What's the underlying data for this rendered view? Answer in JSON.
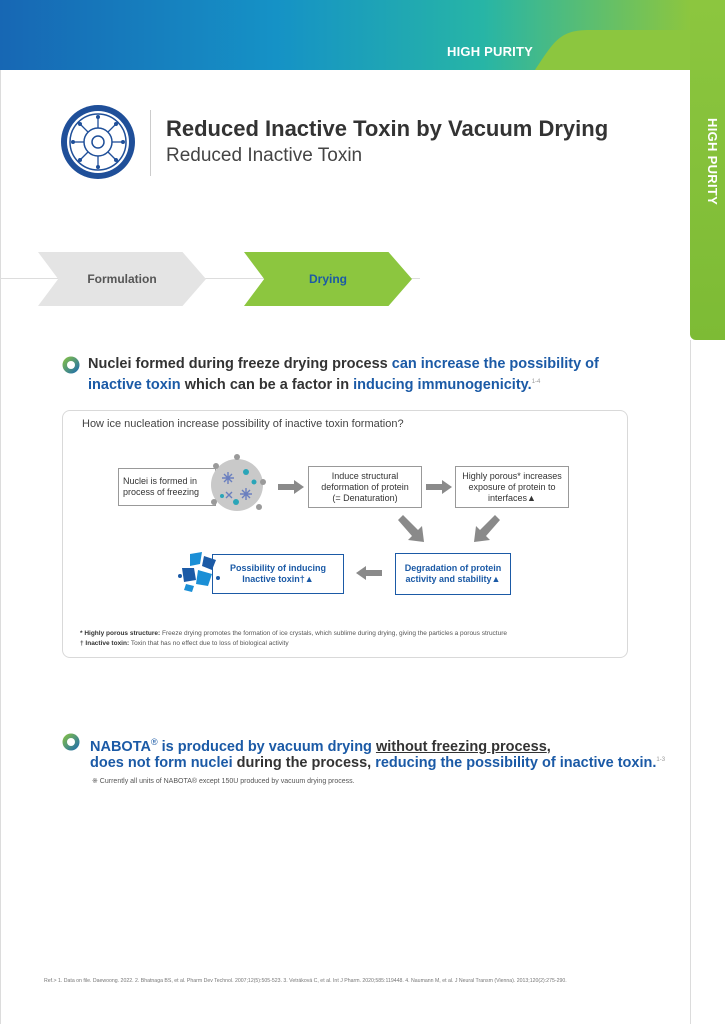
{
  "header": {
    "label": "HIGH PURITY",
    "side_label": "HIGH PURITY",
    "colors": {
      "blue": "#1767b4",
      "green": "#8cc63f",
      "text_blue": "#1b5aa6"
    }
  },
  "title": {
    "icon": "virus-icon",
    "main": "Reduced Inactive Toxin by Vacuum Drying",
    "sub": "Reduced Inactive Toxin"
  },
  "process": {
    "steps": [
      {
        "label": "Formulation",
        "active": false
      },
      {
        "label": "Drying",
        "active": true
      }
    ]
  },
  "bullet1": {
    "line1_a": "Nuclei formed during freeze drying process ",
    "line1_b": "can increase the possibility of",
    "line2_a": "inactive toxin",
    "line2_b": " which can be a factor in ",
    "line2_c": "inducing immunogenicity.",
    "ref": "1-4"
  },
  "diagram": {
    "title": "How ice nucleation increase possibility of inactive toxin formation?",
    "box_nuclei": [
      "Nuclei is formed in",
      "process of freezing"
    ],
    "box_denat": [
      "Induce structural",
      "deformation of protein",
      "(= Denaturation)"
    ],
    "box_porous": [
      "Highly porous* increases",
      "exposure of protein to",
      "interfaces▲"
    ],
    "box_degrad": [
      "Degradation of protein",
      "activity and stability▲"
    ],
    "box_inactive": [
      "Possibility of inducing",
      "Inactive toxin†▲"
    ],
    "footnote1_label": "* Highly porous structure:",
    "footnote1_text": " Freeze drying promotes the formation of ice crystals, which sublime during drying, giving the particles a porous structure",
    "footnote2_label": "† Inactive toxin:",
    "footnote2_text": " Toxin that has no effect due to loss of biological activity"
  },
  "bullet2": {
    "line1_a": "NABOTA",
    "line1_reg": "®",
    "line1_b": " is produced by vacuum drying ",
    "line1_c": "without freezing process",
    "line1_d": ",",
    "line2_a": "does not form nuclei",
    "line2_b": " during the process, ",
    "line2_c": "reducing the possibility of inactive toxin.",
    "ref": "1-3"
  },
  "note": "※ Currently all units of NABOTA® except 150U produced by vacuum drying process.",
  "refs": "Ref.> 1. Data on file. Daewoong. 2022. 2. Bhatnaga BS, et al. Pharm Dev Technol. 2007;12(5):505-523. 3. Vetráková C, et al. Int J Pharm. 2020;585:119448. 4. Naumann M, et al. J Neural Transm (Vienna). 2013;120(2):275-290."
}
